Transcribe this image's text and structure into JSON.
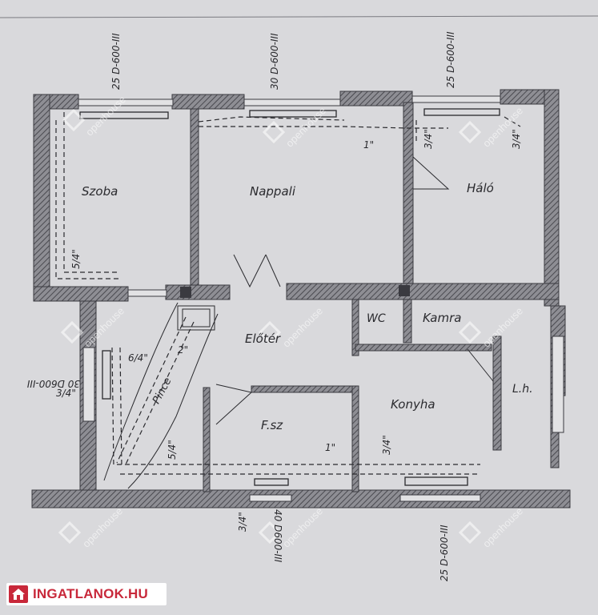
{
  "rooms": {
    "szoba": "Szoba",
    "nappali": "Nappali",
    "halo": "Háló",
    "eloter": "Előtér",
    "wc": "WC",
    "kamra": "Kamra",
    "pince": "Pince",
    "fsz": "F.sz",
    "konyha": "Konyha",
    "lh": "L.h."
  },
  "radiators": {
    "szoba": "25 D-600-III",
    "nappali": "30 D-600-III",
    "halo": "25 D-600-III",
    "eloter": "30 D600-III",
    "fsz": "40 D600-III",
    "konyha": "25 D-600-III"
  },
  "pipes": {
    "p54_szoba": "5/4\"",
    "p1_nappali": "1\"",
    "p34_halo_a": "3/4\"",
    "p34_halo_b": "3/4\"",
    "p64": "6/4\"",
    "p2": "2\"",
    "p34_eloter": "3/4\"",
    "p54_pince": "5/4\"",
    "p1_fsz": "1\"",
    "p34_konyha": "3/4\"",
    "p34_fsz": "3/4\""
  },
  "watermark": "openhouse",
  "brand": {
    "name": "INGATLANOK.HU",
    "color": "#c8283a"
  },
  "colors": {
    "paper": "#d9d9dc",
    "wall": "#56565c",
    "ink": "#2a2a2e"
  }
}
